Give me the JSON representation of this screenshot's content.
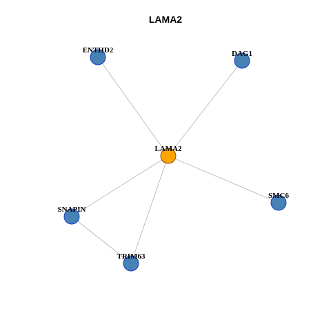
{
  "title": "LAMA2",
  "colors": {
    "hub_fill": "#FFA500",
    "hub_stroke": "#8B4513",
    "node_fill": "#4682B4",
    "node_stroke": "#1E3AC8",
    "edge": "#B0B0B0"
  },
  "nodes": [
    {
      "id": "LAMA2",
      "label": "LAMA2",
      "hub": true
    },
    {
      "id": "ENTHD2",
      "label": "ENTHD2",
      "hub": false
    },
    {
      "id": "DAG1",
      "label": "DAG1",
      "hub": false
    },
    {
      "id": "SMC6",
      "label": "SMC6",
      "hub": false
    },
    {
      "id": "SNAPIN",
      "label": "SNAPIN",
      "hub": false
    },
    {
      "id": "TRIM63",
      "label": "TRIM63",
      "hub": false
    }
  ],
  "edges": [
    [
      "LAMA2",
      "ENTHD2"
    ],
    [
      "LAMA2",
      "DAG1"
    ],
    [
      "LAMA2",
      "SMC6"
    ],
    [
      "LAMA2",
      "SNAPIN"
    ],
    [
      "LAMA2",
      "TRIM63"
    ],
    [
      "SNAPIN",
      "TRIM63"
    ]
  ]
}
